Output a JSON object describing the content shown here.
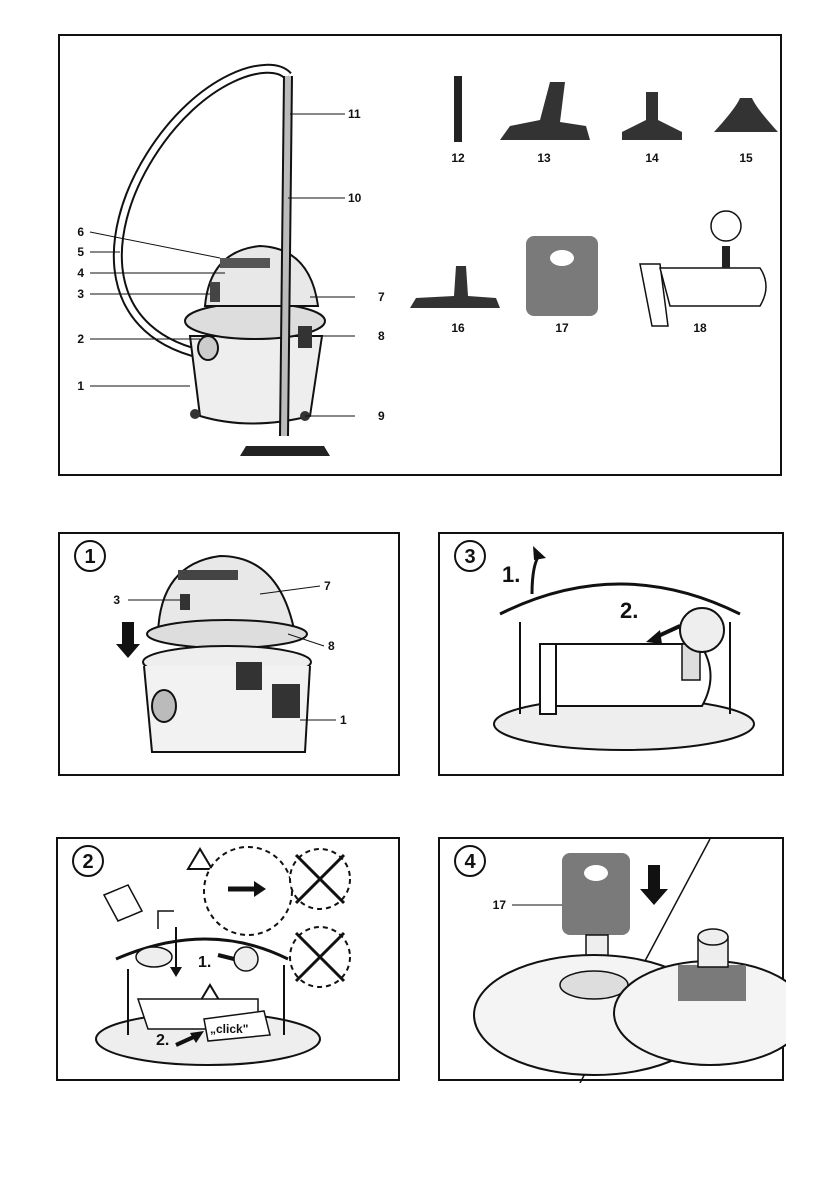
{
  "overview": {
    "labels": {
      "l1": "1",
      "l2": "2",
      "l3": "3",
      "l4": "4",
      "l5": "5",
      "l6": "6",
      "l7": "7",
      "l8": "8",
      "l9": "9",
      "l10": "10",
      "l11": "11",
      "l12": "12",
      "l13": "13",
      "l14": "14",
      "l15": "15",
      "l16": "16",
      "l17": "17",
      "l18": "18"
    }
  },
  "step1": {
    "number": "1",
    "labels": {
      "l3": "3",
      "l7": "7",
      "l8": "8",
      "l1": "1"
    }
  },
  "step3": {
    "number": "3",
    "sub1": "1.",
    "sub2": "2."
  },
  "step2": {
    "number": "2",
    "sub1": "1.",
    "sub2": "2.",
    "click": "„click\""
  },
  "step4": {
    "number": "4",
    "label17": "17"
  },
  "colors": {
    "line": "#111111",
    "grey_filter": "#7a7a7a",
    "body_grey": "#d9d9d9",
    "light": "#eeeeee"
  }
}
